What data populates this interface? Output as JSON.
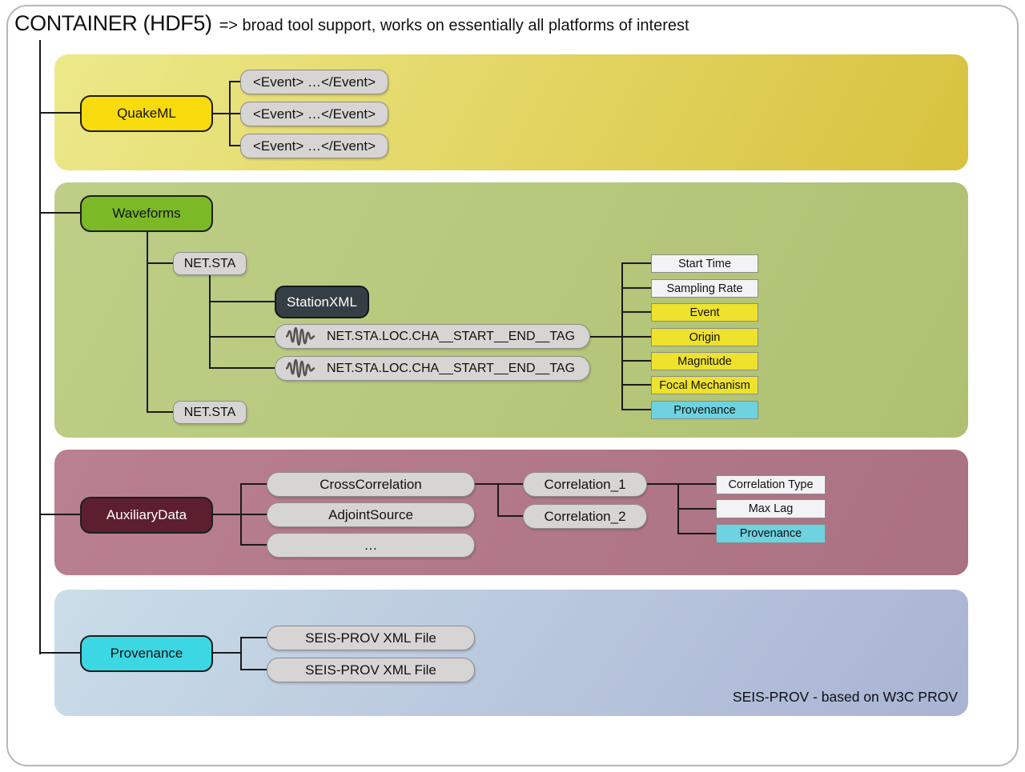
{
  "title": {
    "main": "CONTAINER (HDF5)",
    "subtitle": "=> broad tool support, works on essentially all platforms of interest"
  },
  "colors": {
    "band1-a": "#ece98a",
    "band1-b": "#d8c23e",
    "band2-a": "#bdcf86",
    "band2-b": "#aec172",
    "band3-a": "#b98090",
    "band3-b": "#aa7181",
    "band4-a": "#cadde8",
    "band4-b": "#a9b3d3",
    "node-quakeml": "#f8db0c",
    "node-waveforms": "#7cb927",
    "node-aux": "#5d1f2d",
    "node-prov": "#3bd8e3",
    "attr-yellow": "#eee22c",
    "attr-cyan": "#6ed2e0",
    "box-gray": "#d7d5d3",
    "dark-box": "#363e45",
    "line": "#1b1b1b"
  },
  "icons": {
    "trace": "waveform-icon"
  },
  "sections": {
    "quakeml": {
      "label": "QuakeML",
      "events": [
        "<Event> …</Event>",
        "<Event> …</Event>",
        "<Event> …</Event>"
      ]
    },
    "waveforms": {
      "label": "Waveforms",
      "stations": [
        "NET.STA",
        "NET.STA"
      ],
      "station_xml": "StationXML",
      "traces": [
        "NET.STA.LOC.CHA__START__END__TAG",
        "NET.STA.LOC.CHA__START__END__TAG"
      ],
      "attributes": [
        {
          "label": "Start Time",
          "style": "plain"
        },
        {
          "label": "Sampling Rate",
          "style": "plain"
        },
        {
          "label": "Event",
          "style": "yellow"
        },
        {
          "label": "Origin",
          "style": "yellow"
        },
        {
          "label": "Magnitude",
          "style": "yellow"
        },
        {
          "label": "Focal Mechanism",
          "style": "yellow"
        },
        {
          "label": "Provenance",
          "style": "cyan"
        }
      ]
    },
    "auxiliary": {
      "label": "AuxiliaryData",
      "groups": [
        "CrossCorrelation",
        "AdjointSource",
        "…"
      ],
      "items": [
        "Correlation_1",
        "Correlation_2"
      ],
      "attributes": [
        {
          "label": "Correlation Type",
          "style": "plain"
        },
        {
          "label": "Max Lag",
          "style": "plain"
        },
        {
          "label": "Provenance",
          "style": "cyan"
        }
      ]
    },
    "provenance": {
      "label": "Provenance",
      "files": [
        "SEIS-PROV XML File",
        "SEIS-PROV XML File"
      ],
      "note": "SEIS-PROV - based on W3C PROV"
    }
  }
}
